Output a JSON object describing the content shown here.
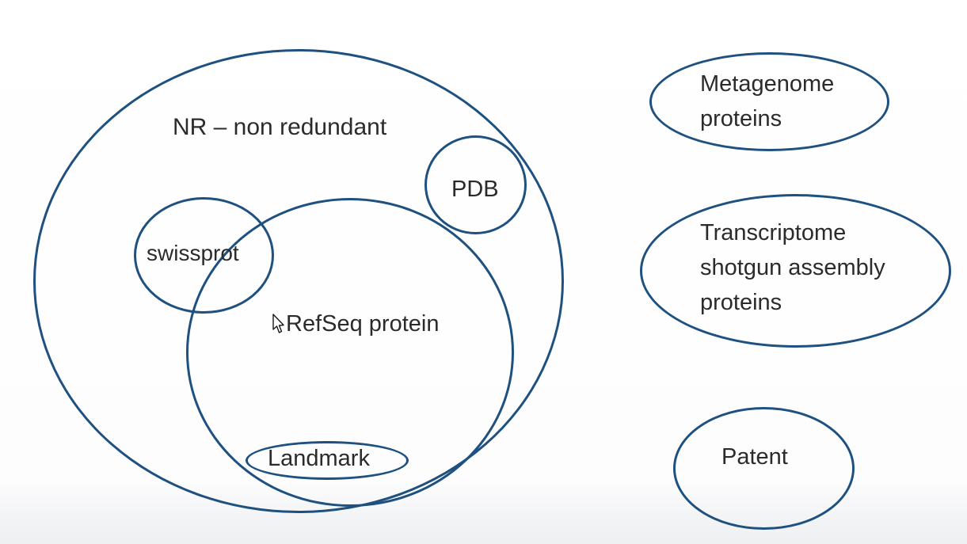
{
  "palette": {
    "ellipse_stroke": "#1e517f",
    "text_color": "#2b2b2b",
    "background": "#ffffff",
    "footer_tint": "#eef0f1"
  },
  "diagram": {
    "nr": {
      "label": "NR – non redundant"
    },
    "pdb": {
      "label": "PDB"
    },
    "swissprot": {
      "label": "swissprot"
    },
    "refseq": {
      "label": "RefSeq protein"
    },
    "landmark": {
      "label": "Landmark"
    },
    "metagenome": {
      "line1": "Metagenome",
      "line2": "proteins"
    },
    "transcriptome": {
      "line1": "Transcriptome",
      "line2": "shotgun assembly",
      "line3": "proteins"
    },
    "patent": {
      "label": "Patent"
    }
  },
  "icons": {
    "cursor": "mouse-arrow-pointer"
  }
}
